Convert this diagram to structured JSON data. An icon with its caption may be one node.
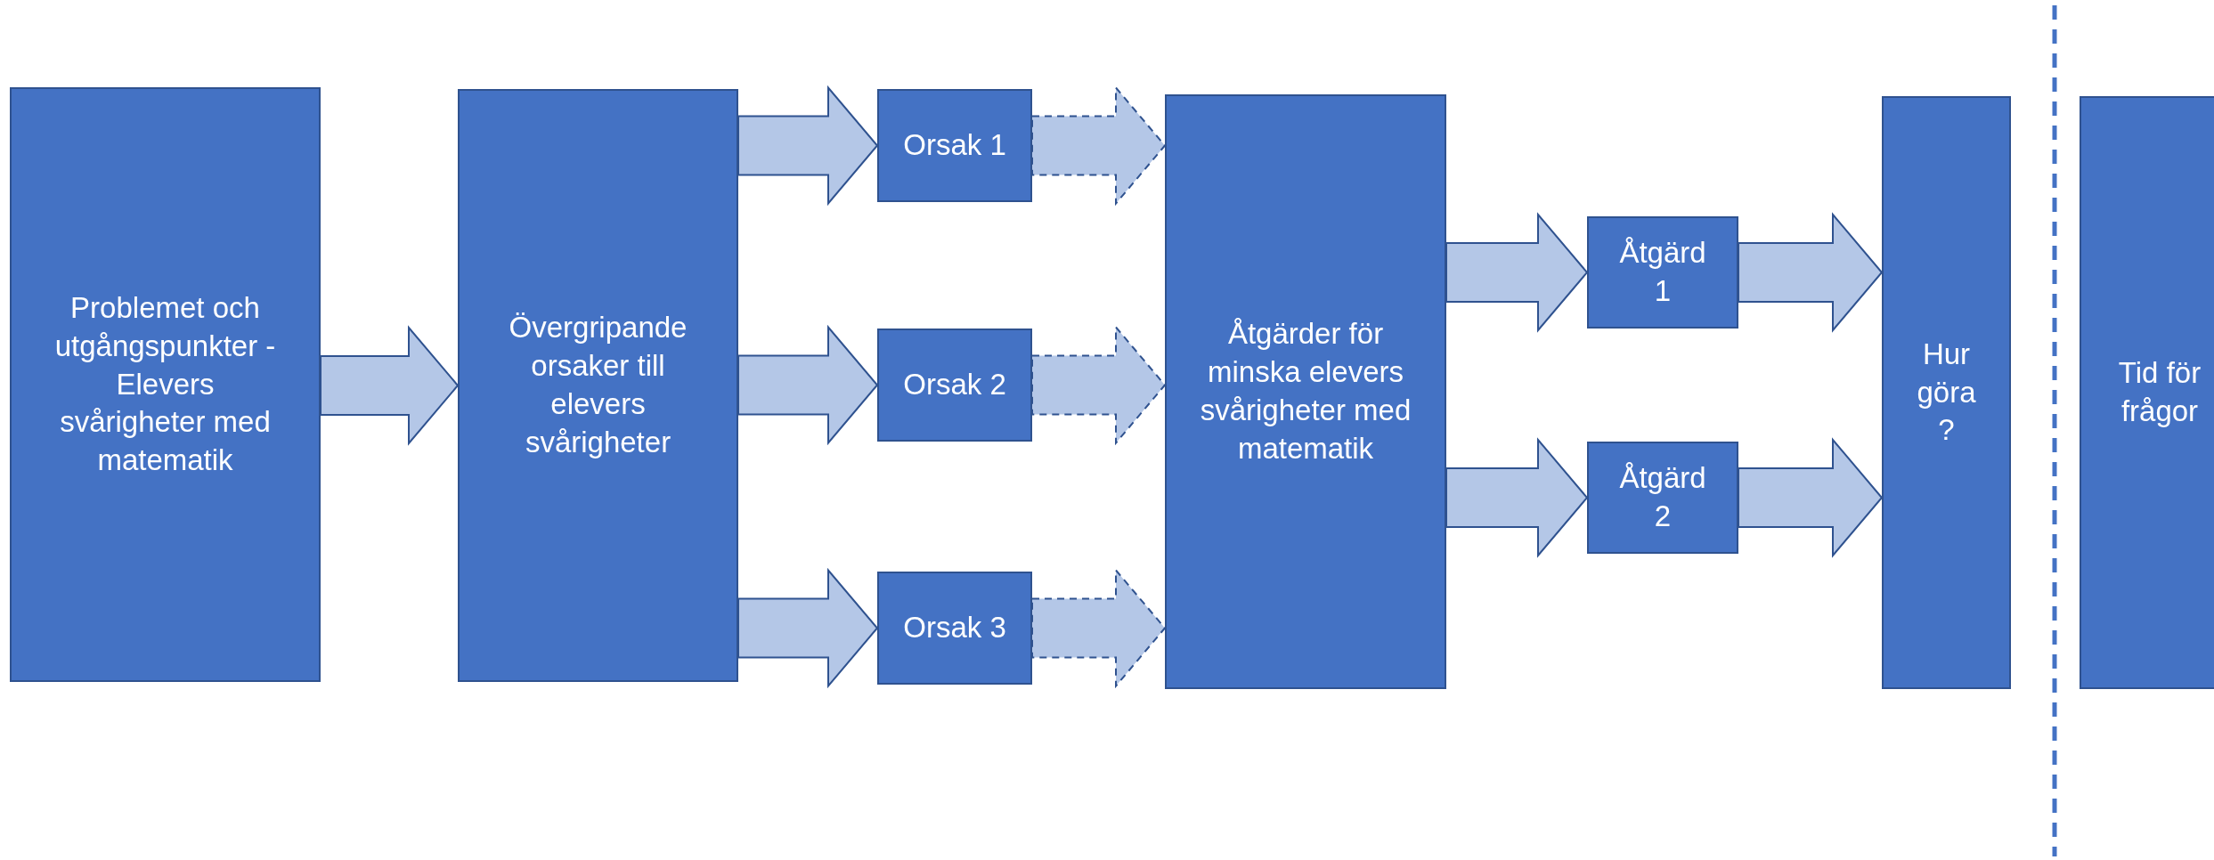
{
  "diagram": {
    "nodes": [
      {
        "text": [
          "Problemet och utgångspunkter - Elevers svårigheter med matematik"
        ]
      },
      {
        "text": [
          "Övergripande orsaker till elevers svårigheter"
        ]
      },
      {
        "text": [
          "Orsak 1"
        ]
      },
      {
        "text": [
          "Orsak 2"
        ]
      },
      {
        "text": [
          "Orsak 3"
        ]
      },
      {
        "text": [
          "Åtgärder för minska elevers svårigheter med matematik"
        ]
      },
      {
        "text": [
          "Åtgärd 1"
        ]
      },
      {
        "text": [
          "Åtgärd 2"
        ]
      },
      {
        "text": [
          "Hur göra ?"
        ]
      },
      {
        "text": [
          "Tid för frågor"
        ]
      }
    ],
    "edges": [
      {
        "from": 0,
        "to": 1,
        "arrow": "to"
      },
      {
        "from": 1,
        "to": 2,
        "arrow": "to"
      },
      {
        "from": 1,
        "to": 3,
        "arrow": "to"
      },
      {
        "from": 1,
        "to": 4,
        "arrow": "to"
      },
      {
        "from": 2,
        "to": 5,
        "arrow": "to",
        "style": "dashed"
      },
      {
        "from": 3,
        "to": 5,
        "arrow": "to",
        "style": "dashed"
      },
      {
        "from": 4,
        "to": 5,
        "arrow": "to",
        "style": "dashed"
      },
      {
        "from": 5,
        "to": 6,
        "arrow": "to"
      },
      {
        "from": 5,
        "to": 7,
        "arrow": "to"
      },
      {
        "from": 6,
        "to": 8,
        "arrow": "to"
      },
      {
        "from": 7,
        "to": 8,
        "arrow": "to"
      }
    ]
  }
}
